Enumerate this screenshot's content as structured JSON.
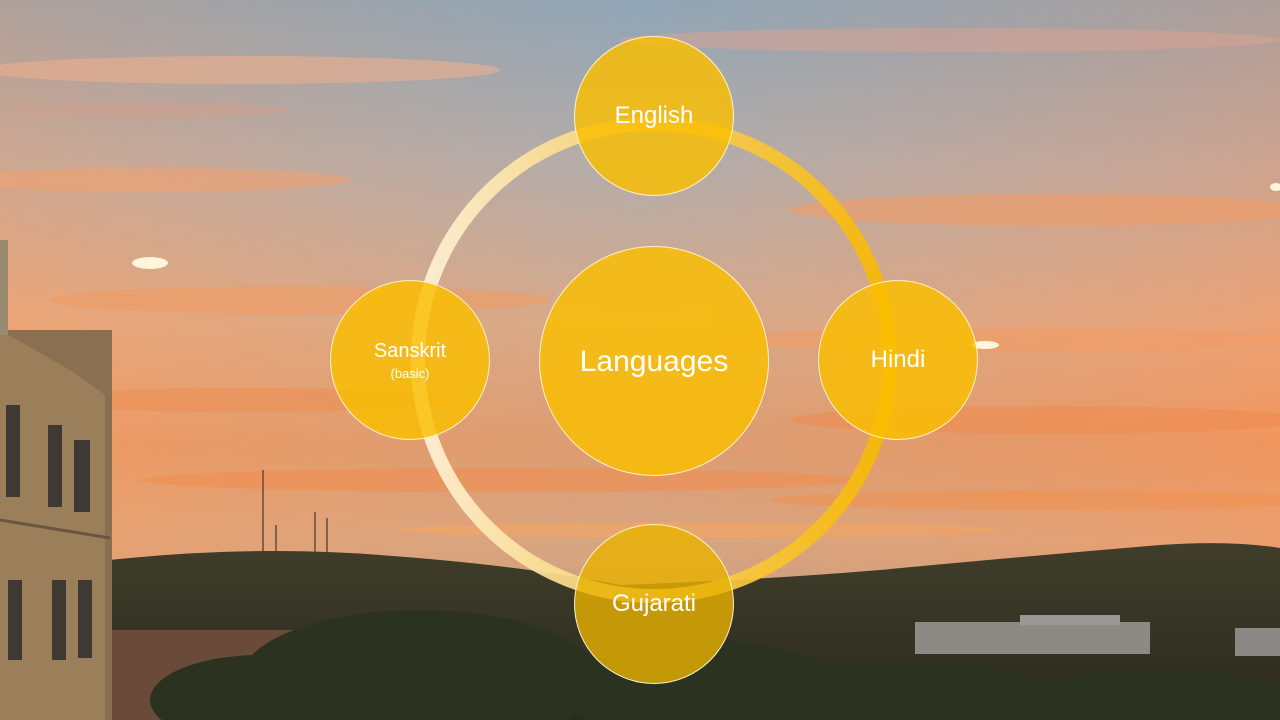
{
  "diagram": {
    "center": {
      "label": "Languages"
    },
    "nodes": [
      {
        "id": "english",
        "label": "English"
      },
      {
        "id": "hindi",
        "label": "Hindi"
      },
      {
        "id": "gujarati",
        "label": "Gujarati"
      },
      {
        "id": "sanskrit",
        "label": "Sanskrit",
        "sublabel": "(basic)"
      }
    ]
  },
  "colors": {
    "node_fill": "#F8BE00",
    "ring_gradient_start": "#FFF3DA",
    "ring_gradient_end": "#F6B800",
    "sky_top": "#8EA6B8",
    "sky_orange": "#F29A5C",
    "hills": "#3C3A25"
  }
}
